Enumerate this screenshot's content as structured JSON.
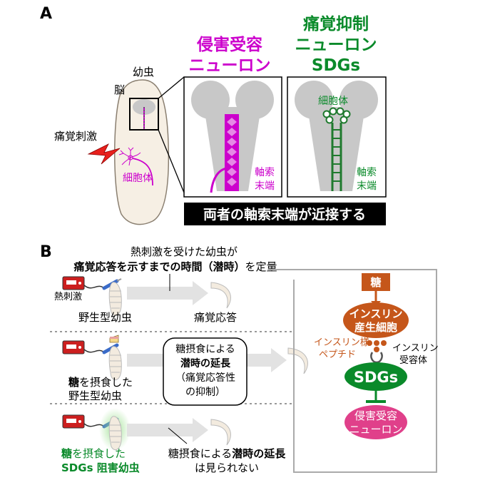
{
  "panel_a": {
    "label": "A",
    "larva_label": "幼虫",
    "brain_label": "脳",
    "pain_stimulus": "痛覚刺激",
    "cell_body": "細胞体",
    "nociceptor_title_1": "侵害受容",
    "nociceptor_title_2": "ニューロン",
    "sdg_title_1": "痛覚抑制",
    "sdg_title_2": "ニューロン",
    "sdg_title_3": "SDGs",
    "axon_term_1": "軸索",
    "axon_term_2": "末端",
    "sdg_cell_body": "細胞体",
    "caption": "両者の軸索末端が近接する"
  },
  "panel_b": {
    "label": "B",
    "intro_1": "熱刺激を受けた幼虫が",
    "intro_2_bold": "痛覚応答を示すまでの時間（潜時）",
    "intro_2_rest": "を定量",
    "heat_stim": "熱刺激",
    "row1_larva": "野生型幼虫",
    "row1_response": "痛覚応答",
    "row2_a_bold": "糖",
    "row2_a_rest": "を摂食した",
    "row2_b": "野生型幼虫",
    "box_1": "糖摂食による",
    "box_2_bold": "潜時の延長",
    "box_3": "（痛覚応答性",
    "box_4": "の抑制）",
    "row3_a_bold": "糖",
    "row3_a_rest": "を摂食した",
    "row3_b": "SDGs 阻害幼虫",
    "row3_r1_a": "糖摂食による",
    "row3_r1_bold": "潜時の延長",
    "row3_r2": "は見られない",
    "model_sugar": "糖",
    "model_ins_1": "インスリン",
    "model_ins_2": "産生細胞",
    "model_peptide_1": "インスリン様",
    "model_peptide_2": "ペプチド",
    "model_receptor_1": "インスリン",
    "model_receptor_2": "受容体",
    "model_sdgs": "SDGs",
    "model_noci_1": "侵害受容",
    "model_noci_2": "ニューロン"
  },
  "colors": {
    "magenta": "#cc00cc",
    "green": "#0a8a2a",
    "orange": "#c5561a",
    "pink": "#e0408a",
    "dark_green": "#1f7a2e"
  }
}
